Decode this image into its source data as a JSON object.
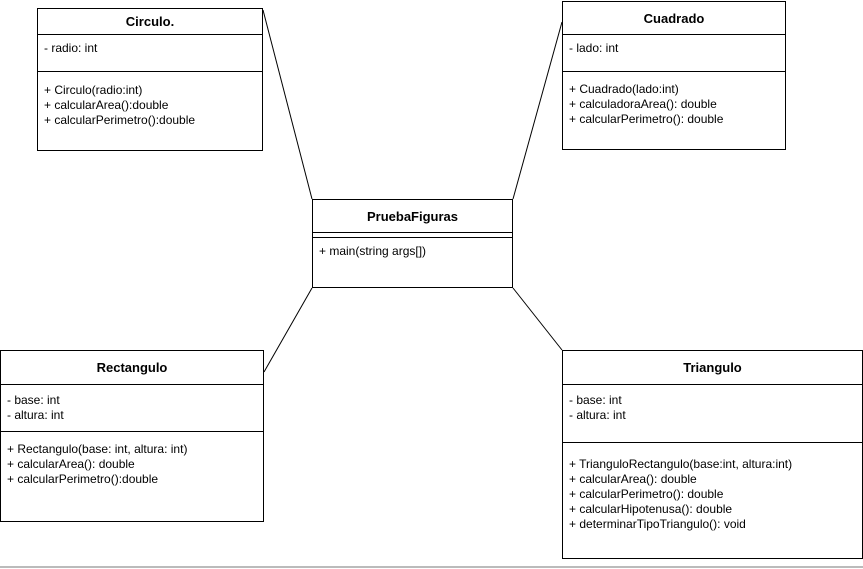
{
  "classes": {
    "circulo": {
      "name": "Circulo.",
      "attributes": [
        "- radio: int"
      ],
      "operations": [
        "+ Circulo(radio:int)",
        "+ calcularArea():double",
        "+ calcularPerimetro():double"
      ]
    },
    "cuadrado": {
      "name": "Cuadrado",
      "attributes": [
        "- lado: int"
      ],
      "operations": [
        "+ Cuadrado(lado:int)",
        "+ calculadoraArea(): double",
        "+ calcularPerimetro(): double"
      ]
    },
    "prueba": {
      "name": "PruebaFiguras",
      "attributes": [],
      "operations": [
        "+ main(string args[])"
      ]
    },
    "rectangulo": {
      "name": "Rectangulo",
      "attributes": [
        "- base: int",
        "- altura: int"
      ],
      "operations": [
        "+ Rectangulo(base: int, altura: int)",
        "+ calcularArea(): double",
        "+ calcularPerimetro():double"
      ]
    },
    "triangulo": {
      "name": "Triangulo",
      "attributes": [
        "- base: int",
        "- altura: int"
      ],
      "operations": [
        "+ TrianguloRectangulo(base:int, altura:int)",
        "+ calcularArea(): double",
        "+ calcularPerimetro(): double",
        "+ calcularHipotenusa(): double",
        "+ determinarTipoTriangulo(): void"
      ]
    }
  }
}
